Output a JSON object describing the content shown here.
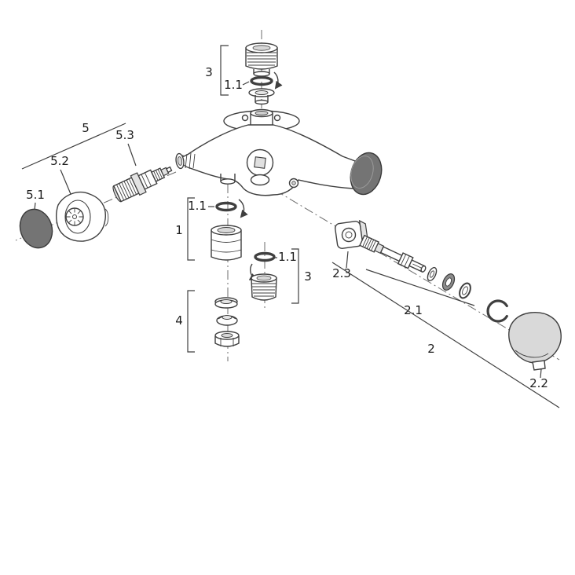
{
  "figure": {
    "labels": {
      "group3_top": "3",
      "oring_top": "1.1",
      "group5": "5",
      "part5_3": "5.3",
      "part5_2": "5.2",
      "part5_1": "5.1",
      "oring_left": "1.1",
      "group1": "1",
      "oring_right": "1.1",
      "group3_mid": "3",
      "group4": "4",
      "part2_3": "2.3",
      "group2_1": "2.1",
      "group2": "2",
      "part2_2": "2.2"
    },
    "colors": {
      "line": "#3f3f3f",
      "label": "#1c1c1c",
      "dark_fill": "#747474",
      "mid_fill": "#d9d9d9",
      "light_fill": "#ffffff",
      "background": "#ffffff"
    }
  }
}
